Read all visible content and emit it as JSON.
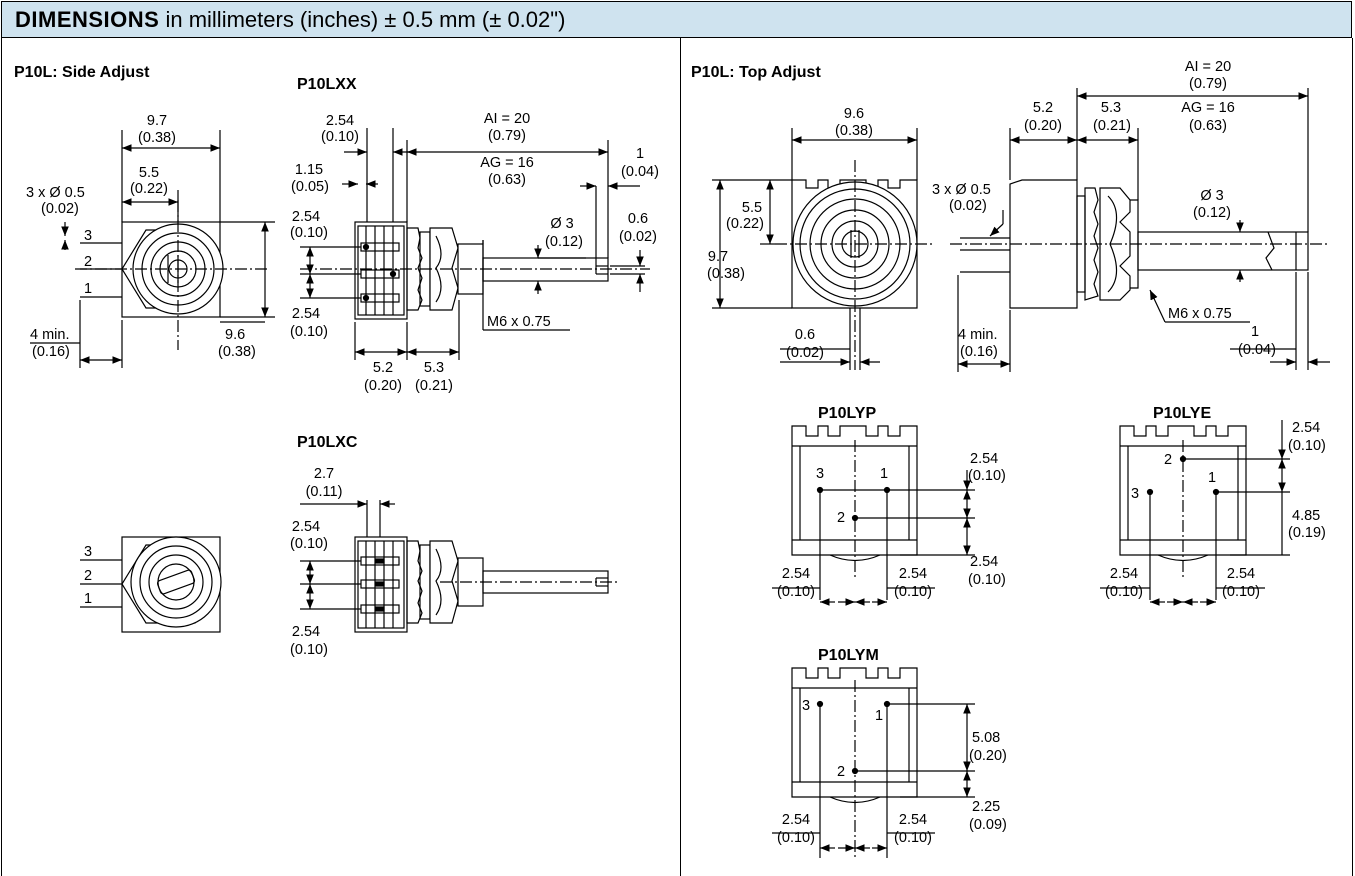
{
  "header": {
    "title_bold": "DIMENSIONS",
    "title_rest": " in millimeters (inches) ± 0.5 mm (± 0.02\")"
  },
  "colors": {
    "header_bg": "#cfe3ef",
    "line": "#000000",
    "body_fill": "#ffffff"
  },
  "left": {
    "section_title": "P10L: Side Adjust",
    "fig_lxx": "P10LXX",
    "fig_lxc": "P10LXC",
    "lxx_front": {
      "w97": "9.7",
      "w97_in": "(0.38)",
      "w55": "5.5",
      "w55_in": "(0.22)",
      "pin": "3 x Ø 0.5",
      "pin_in": "(0.02)",
      "p3": "3",
      "p2": "2",
      "p1": "1",
      "min4": "4 min.",
      "min4_in": "(0.16)",
      "h96": "9.6",
      "h96_in": "(0.38)"
    },
    "lxx_side": {
      "d254a": "2.54",
      "d254a_in": "(0.10)",
      "d115": "1.15",
      "d115_in": "(0.05)",
      "d254b": "2.54",
      "d254b_in": "(0.10)",
      "d254c": "2.54",
      "d254c_in": "(0.10)",
      "ai": "AI = 20",
      "ai_in": "(0.79)",
      "ag": "AG = 16",
      "ag_in": "(0.63)",
      "d1": "1",
      "d1_in": "(0.04)",
      "d06": "0.6",
      "d06_in": "(0.02)",
      "dia3": "Ø 3",
      "dia3_in": "(0.12)",
      "m6": "M6 x 0.75",
      "d52": "5.2",
      "d52_in": "(0.20)",
      "d53": "5.3",
      "d53_in": "(0.21)"
    },
    "lxc": {
      "p3": "3",
      "p2": "2",
      "p1": "1",
      "d27": "2.7",
      "d27_in": "(0.11)",
      "d254a": "2.54",
      "d254a_in": "(0.10)",
      "d254b": "2.54",
      "d254b_in": "(0.10)"
    }
  },
  "right": {
    "section_title": "P10L: Top Adjust",
    "front": {
      "w96": "9.6",
      "w96_in": "(0.38)",
      "h55": "5.5",
      "h55_in": "(0.22)",
      "h97": "9.7",
      "h97_in": "(0.38)",
      "d06": "0.6",
      "d06_in": "(0.02)"
    },
    "side": {
      "ai": "AI = 20",
      "ai_in": "(0.79)",
      "d52": "5.2",
      "d52_in": "(0.20)",
      "d53": "5.3",
      "d53_in": "(0.21)",
      "ag": "AG = 16",
      "ag_in": "(0.63)",
      "pin": "3 x Ø 0.5",
      "pin_in": "(0.02)",
      "dia3": "Ø 3",
      "dia3_in": "(0.12)",
      "min4": "4 min.",
      "min4_in": "(0.16)",
      "m6": "M6 x 0.75",
      "d1": "1",
      "d1_in": "(0.04)"
    },
    "lyp": {
      "title": "P10LYP",
      "p3": "3",
      "p1": "1",
      "p2": "2",
      "v1": "2.54",
      "v1_in": "(0.10)",
      "v2": "2.54",
      "v2_in": "(0.10)",
      "hl": "2.54",
      "hl_in": "(0.10)",
      "hr": "2.54",
      "hr_in": "(0.10)"
    },
    "lye": {
      "title": "P10LYE",
      "p2": "2",
      "p3": "3",
      "p1": "1",
      "v1": "2.54",
      "v1_in": "(0.10)",
      "v2": "4.85",
      "v2_in": "(0.19)",
      "hl": "2.54",
      "hl_in": "(0.10)",
      "hr": "2.54",
      "hr_in": "(0.10)"
    },
    "lym": {
      "title": "P10LYM",
      "p3": "3",
      "p1": "1",
      "p2": "2",
      "v1": "5.08",
      "v1_in": "(0.20)",
      "v2": "2.25",
      "v2_in": "(0.09)",
      "hl": "2.54",
      "hl_in": "(0.10)",
      "hr": "2.54",
      "hr_in": "(0.10)"
    }
  }
}
